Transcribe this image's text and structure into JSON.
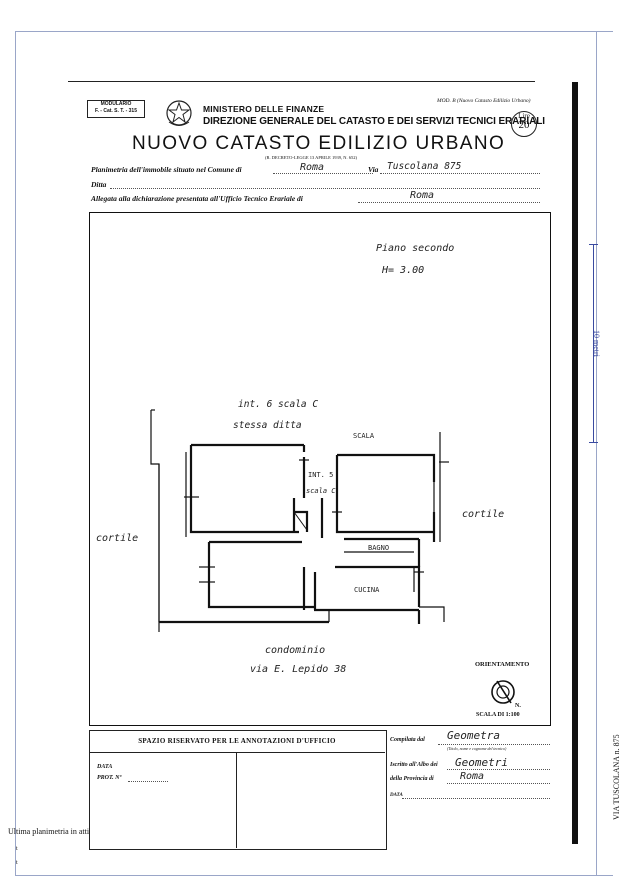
{
  "header": {
    "modulario_top": "MODULARIO",
    "modulario_bottom": "F. - Cat. S. T. - 315",
    "ministry": "MINISTERO DELLE FINANZE",
    "direzione": "DIREZIONE GENERALE DEL CATASTO E DEI SERVIZI TECNICI ERARIALI",
    "mod": "MOD. B (Nuovo Catasto Edilizio Urbano)",
    "title": "NUOVO CATASTO EDILIZIO URBANO",
    "decreto": "(R. DECRETO-LEGGE 13 APRILE 1939, N. 652)",
    "lire_label": "Lire",
    "lire_value": "20"
  },
  "fields": {
    "planimetria_label": "Planimetria dell'immobile situato nel Comune di",
    "comune": "Roma",
    "via_label": "Via",
    "via_value": "Tuscolana 875",
    "ditta_label": "Ditta",
    "allegata_label": "Allegata alla dichiarazione presentata all'Ufficio Tecnico Erariale di",
    "ufficio": "Roma"
  },
  "plan": {
    "floor": "Piano secondo",
    "height": "H= 3.00",
    "neighbor_top": "int. 6 scala C",
    "neighbor_top_owner": "stessa ditta",
    "scala": "SCALA",
    "interno": "INT. 5",
    "scala_c": "scala C",
    "cortile_right": "cortile",
    "cortile_left": "cortile",
    "bagno": "BAGNO",
    "cucina": "CUCINA",
    "condominio": "condominio",
    "via_lepido": "via E. Lepido 38",
    "orientamento": "ORIENTAMENTO",
    "north": "N.",
    "scale": "SCALA DI 1:100"
  },
  "ufficio_box": {
    "title": "SPAZIO RISERVATO PER LE ANNOTAZIONI D'UFFICIO",
    "data": "DATA",
    "prot": "PROT. Nº"
  },
  "compilata": {
    "compilata_label": "Compilata dal",
    "compilata_value": "Geometra",
    "compilata_note": "(Titolo, nome e cognome del tecnico)",
    "iscritto_label": "Iscritto all'Albo dei",
    "iscritto_value": "Geometri",
    "provincia_label": "della Provincia di",
    "provincia_value": "Roma",
    "data_label": "DATA"
  },
  "side": {
    "scale_bar": "10 metri",
    "address": "VIA TUSCOLANA n. 875",
    "footer": "Ultima planimetria in atti",
    "t1": "t",
    "t2": "t"
  }
}
